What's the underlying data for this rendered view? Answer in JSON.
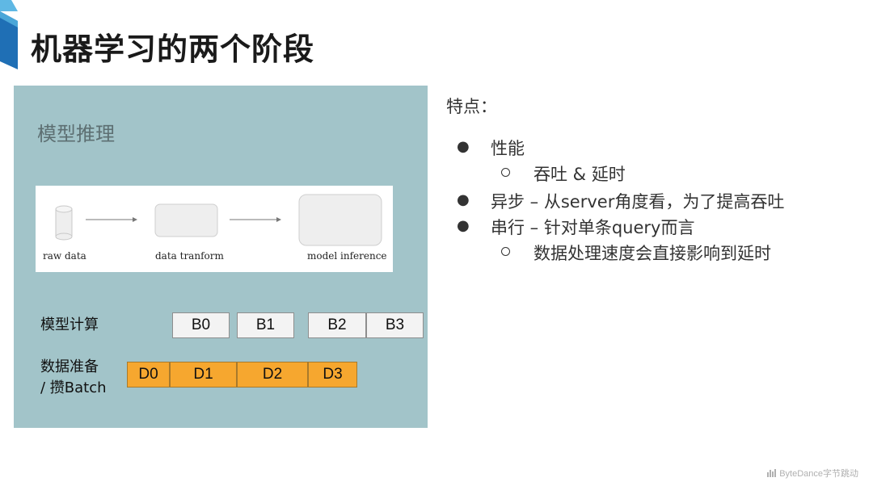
{
  "slide": {
    "title": "机器学习的两个阶段"
  },
  "panel": {
    "title": "模型推理",
    "pipeline": {
      "steps": [
        "raw data",
        "data tranform",
        "model inference"
      ]
    },
    "rows": [
      {
        "label": "模型计算",
        "blocks": [
          "B0",
          "B1",
          "B2",
          "B3"
        ]
      },
      {
        "label_line1": "数据准备",
        "label_line2": "/ 攒Batch",
        "blocks": [
          "D0",
          "D1",
          "D2",
          "D3"
        ]
      }
    ]
  },
  "notes": {
    "heading": "特点：",
    "bullets": [
      {
        "text": "性能",
        "sub": [
          "吞吐 & 延时"
        ]
      },
      {
        "text": "异步 – 从server角度看，为了提高吞吐",
        "sub": []
      },
      {
        "text": "串行 – 针对单条query而言",
        "sub": [
          "数据处理速度会直接影响到延时"
        ]
      }
    ]
  },
  "footer": {
    "brand": "ByteDance字节跳动"
  },
  "colors": {
    "panel_bg": "#a2c4c9",
    "compute_block": "#f3f3f3",
    "data_block": "#f6a72f",
    "corner_accent": "#1f6fb5"
  }
}
